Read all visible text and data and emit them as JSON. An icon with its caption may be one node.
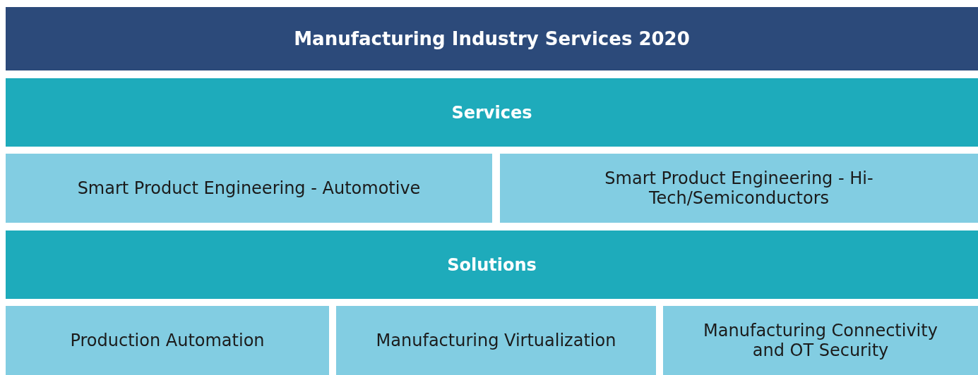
{
  "diagram": {
    "title": "Manufacturing Industry Services 2020",
    "nodes": [
      {
        "text": [
          "Services"
        ]
      },
      {
        "text": [
          "Smart Product Engineering - Automotive"
        ]
      },
      {
        "text": [
          "Smart Product Engineering - Hi-Tech/Semiconductors"
        ]
      },
      {
        "text": [
          "Solutions"
        ]
      },
      {
        "text": [
          "Production Automation"
        ]
      },
      {
        "text": [
          "Manufacturing Virtualization"
        ]
      },
      {
        "text": [
          "Manufacturing Connectivity and OT Security"
        ]
      }
    ],
    "edges": []
  }
}
